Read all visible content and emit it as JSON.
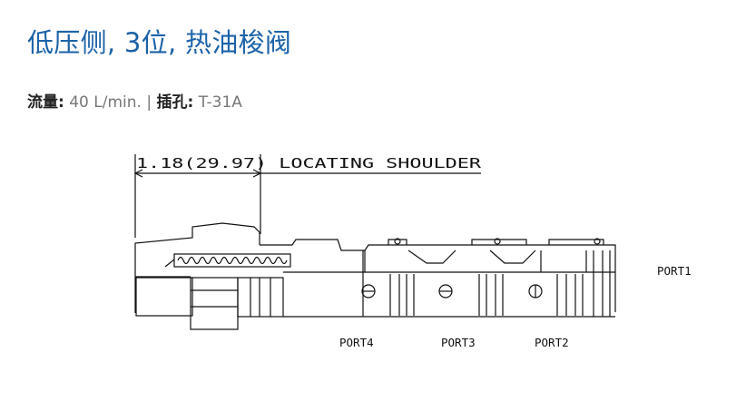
{
  "page": {
    "title": "低压侧, 3位, 热油梭阀",
    "specs": {
      "flow_label": "流量:",
      "flow_value": "40 L/min.",
      "separator": "|",
      "cavity_label": "插孔:",
      "cavity_value": "T-31A"
    }
  },
  "drawing": {
    "dimension_text": "1.18(29.97) LOCATING SHOULDER",
    "ports": {
      "port1": "PORT1",
      "port2": "PORT2",
      "port3": "PORT3",
      "port4": "PORT4"
    }
  },
  "colors": {
    "title": "#1b62a8",
    "label": "#222222",
    "value": "#777777",
    "line": "#111111"
  }
}
